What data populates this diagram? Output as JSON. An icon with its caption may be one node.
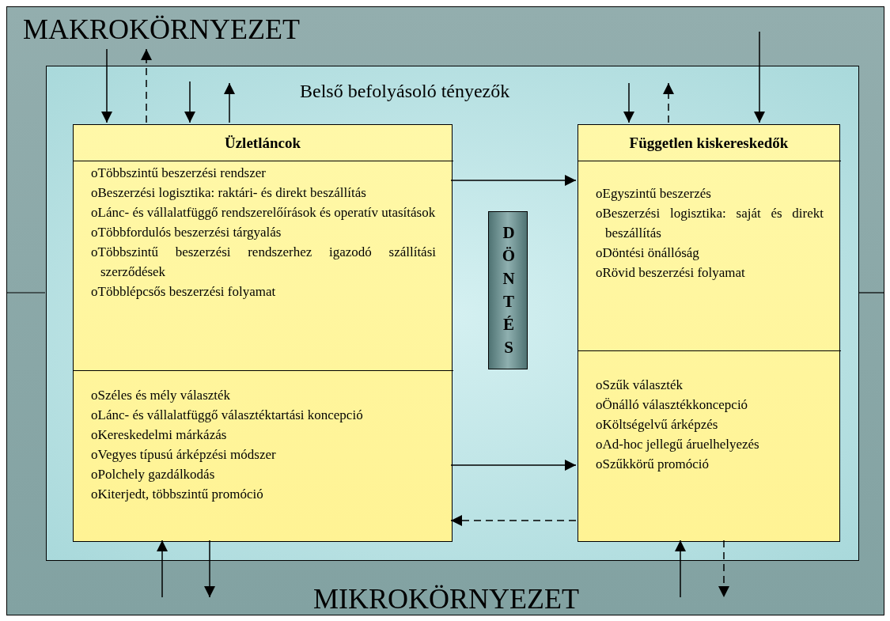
{
  "diagram": {
    "nodes": [
      {
        "text": [
          "MAKROKÖRNYEZET",
          "MIKROKÖRNYEZET"
        ]
      },
      {
        "text": [
          "Belső befolyásoló tényezők"
        ],
        "in": 0
      },
      {
        "text": [
          "Üzletláncok"
        ],
        "in": 1
      },
      {
        "text": [
          "oTöbbszintű beszerzési rendszer",
          "oBeszerzési logisztika: raktári- és direkt beszállítás",
          "oLánc- és vállalatfüggő rendszerelőírások és operatív utasítások",
          "oTöbbfordulós beszerzési tárgyalás",
          "oTöbbszintű beszerzési rendszerhez igazodó szállítási szerződések",
          "oTöbblépcsős beszerzési folyamat"
        ],
        "in": 2
      },
      {
        "text": [
          "oSzéles és mély választék",
          "oLánc- és vállalatfüggő választéktartási koncepció",
          "oKereskedelmi márkázás",
          "oVegyes típusú árképzési módszer",
          "oPolchely gazdálkodás",
          "oKiterjedt, többszintű promóció"
        ],
        "in": 2
      },
      {
        "text": [
          "Független kiskereskedők"
        ],
        "in": 1
      },
      {
        "text": [
          "oEgyszintű beszerzés",
          "oBeszerzési logisztika: saját és direkt beszállítás",
          "oDöntési önállóság",
          "oRövid beszerzési folyamat"
        ],
        "in": 5
      },
      {
        "text": [
          "oSzűk választék",
          "oÖnálló választékkoncepció",
          "oKöltségelvű árképzés",
          "oAd-hoc jellegű áruelhelyezés",
          "oSzűkkörű promóció"
        ],
        "in": 5
      },
      {
        "text": [
          "DÖNTÉS"
        ],
        "in": 1
      }
    ],
    "edges": [
      {
        "from": null,
        "to": 2,
        "arrow": "to"
      },
      {
        "from": 2,
        "to": null,
        "arrow": "to",
        "style": "dashed"
      },
      {
        "from": null,
        "to": 2,
        "arrow": "to"
      },
      {
        "from": 2,
        "to": null,
        "arrow": "to"
      },
      {
        "from": null,
        "to": 5,
        "arrow": "to"
      },
      {
        "from": 5,
        "to": null,
        "arrow": "to",
        "style": "dashed"
      },
      {
        "from": null,
        "to": 5,
        "arrow": "to"
      },
      {
        "from": 3,
        "to": 6,
        "arrow": "to"
      },
      {
        "from": 4,
        "to": 7,
        "arrow": "to"
      },
      {
        "from": 7,
        "to": 4,
        "arrow": "to",
        "style": "dashed"
      },
      {
        "from": null,
        "to": 2,
        "arrow": "to"
      },
      {
        "from": 2,
        "to": null,
        "arrow": "to"
      },
      {
        "from": null,
        "to": 5,
        "arrow": "to"
      },
      {
        "from": 5,
        "to": null,
        "arrow": "to",
        "style": "dashed"
      }
    ]
  }
}
